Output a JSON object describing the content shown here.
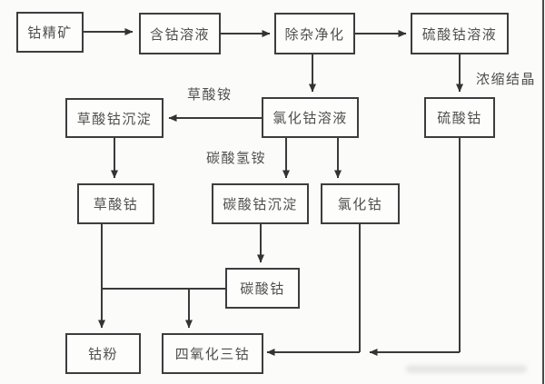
{
  "nodes": {
    "cobalt_concentrate": {
      "label": "钴精矿"
    },
    "cobalt_solution": {
      "label": "含钴溶液"
    },
    "purification": {
      "label": "除杂净化"
    },
    "cobalt_sulfate_solution": {
      "label": "硫酸钴溶液"
    },
    "cobalt_sulfate": {
      "label": "硫酸钴"
    },
    "cobalt_chloride_solution": {
      "label": "氯化钴溶液"
    },
    "cobalt_oxalate_precipitate": {
      "label": "草酸钴沉淀"
    },
    "cobalt_oxalate": {
      "label": "草酸钴"
    },
    "cobalt_carbonate_precipitate": {
      "label": "碳酸钴沉淀"
    },
    "cobalt_chloride": {
      "label": "氯化钴"
    },
    "cobalt_carbonate": {
      "label": "碳酸钴"
    },
    "cobalt_powder": {
      "label": "钴粉"
    },
    "tricobalt_tetroxide": {
      "label": "四氧化三钴"
    }
  },
  "edge_labels": {
    "ammonium_oxalate": "草酸铵",
    "ammonium_bicarbonate": "碳酸氢铵",
    "concentration_crystallization": "浓缩结晶"
  },
  "colors": {
    "line": "#3a3a3a",
    "box_border": "#3d3d3d",
    "text": "#4f4f4f",
    "background": "#fbfbfa"
  }
}
